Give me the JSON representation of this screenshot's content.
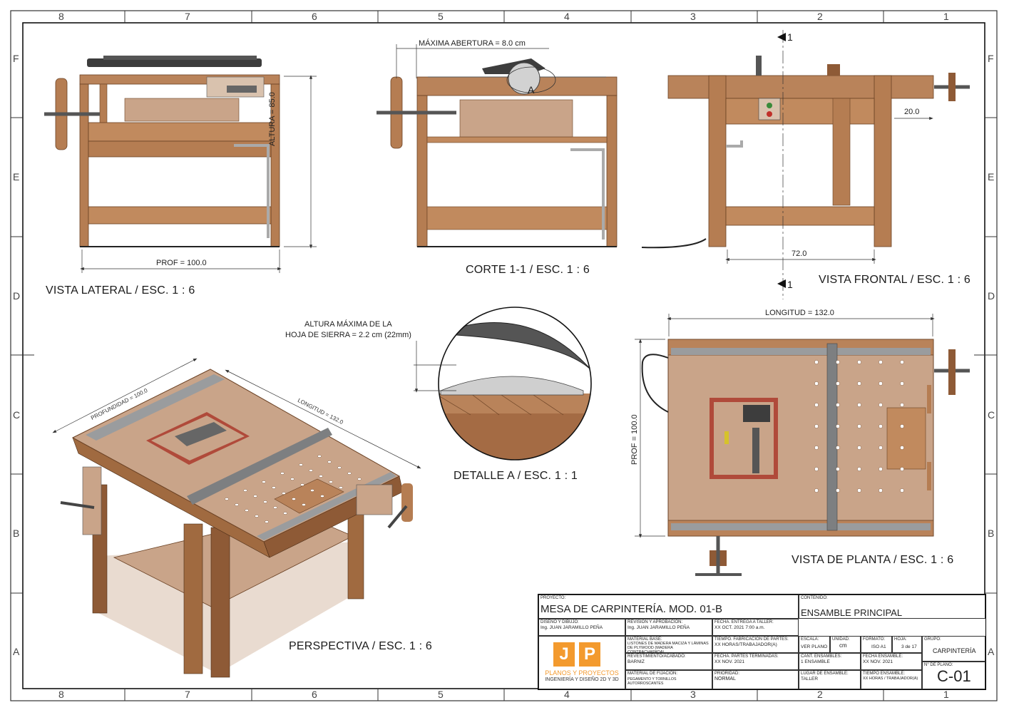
{
  "views": {
    "lateral": "VISTA LATERAL / ESC. 1 : 6",
    "corte": "CORTE 1-1 / ESC. 1 : 6",
    "frontal": "VISTA FRONTAL / ESC.  1 : 6",
    "planta": "VISTA DE PLANTA / ESC. 1 : 6",
    "detalle": "DETALLE A / ESC. 1 : 1",
    "perspectiva": "PERSPECTIVA / ESC. 1 : 6"
  },
  "dims": {
    "prof": "PROF = 100.0",
    "altura": "ALTURA = 85.0",
    "apertura": "MÁXIMA ABERTURA = 8.0 cm",
    "detail_mark": "A",
    "d20": "20.0",
    "d72": "72.0",
    "longitud": "LONGITUD = 132.0",
    "prof_planta": "PROF = 100.0",
    "altura_hoja_1": "ALTURA MÁXIMA DE LA",
    "altura_hoja_2": "HOJA DE SIERRA = 2.2 cm (22mm)",
    "persp_prof": "PROFUNDIDAD = 100.0",
    "persp_long": "LONGITUD = 132.0",
    "section_num": "1"
  },
  "zones": {
    "cols": [
      "8",
      "7",
      "6",
      "5",
      "4",
      "3",
      "2",
      "1"
    ],
    "rows": [
      "F",
      "E",
      "D",
      "C",
      "B",
      "A"
    ]
  },
  "titleblock": {
    "proyecto_lbl": "PROYECTO:",
    "proyecto": "MESA DE CARPINTERÍA. MOD. 01-B",
    "contenido_lbl": "CONTENIDO:",
    "contenido": "ENSAMBLE PRINCIPAL",
    "diseno_lbl": "DISEÑO Y DIBUJO:",
    "diseno": "Ing. JUAN JARAMILLO PEÑA",
    "revision_lbl": "REVISIÓN Y APROBACIÓN:",
    "revision": "Ing. JUAN JARAMILLO PEÑA",
    "fecha_entrega_lbl": "FECHA. ENTREGA A TALLER:",
    "fecha_entrega": "XX OCT. 2021   7:00 a.m.",
    "material_lbl": "MATERIAL BASE:",
    "material_1": "LISTONES DE MADERA MACIZA Y LÁMINAS",
    "material_2": "DE PLYWOOD (MADERA CONTRACHAPADA)",
    "tiempo_lbl": "TIEMPO. FABRICACIÓN DE PARTES:",
    "tiempo": "XX HORAS/TRABAJADOR(A)",
    "escala_lbl": "ESCALA:",
    "escala": "VER PLANO",
    "unidad_lbl": "UNIDAD:",
    "unidad": "cm",
    "formato_lbl": "FORMATO:",
    "formato": "ISO A1",
    "hoja_lbl": "HOJA:",
    "hoja": "3 de 17",
    "grupo_lbl": "GRUPO:",
    "grupo": "CARPINTERÍA",
    "revest_lbl": "REVESTIMIENTO/ACABADO:",
    "revest": "BARNIZ",
    "fpartes_lbl": "FECHA. PARTES TERMINADAS:",
    "fpartes": "XX NOV. 2021",
    "cant_lbl": "CANT. ENSAMBLES:",
    "cant": "1 ENSAMBLE",
    "fens_lbl": "FECHA ENSAMBLE:",
    "fens": "XX NOV. 2021",
    "nplano_lbl": "N° DE PLANO:",
    "nplano": "C-01",
    "fij_lbl": "MATERIAL DE FIJACIÓN:",
    "fij": "PEGAMENTO Y TORNILLOS AUTORROSCANTES",
    "prioridad_lbl": "PRIORIDAD:",
    "prioridad": "NORMAL",
    "lugar_lbl": "LUGAR DE ENSAMBLE:",
    "lugar": "TALLER",
    "tens_lbl": "TIEMPO ENSAMBLE:",
    "tens": "XX HORAS / TRABAJADOR(A)",
    "logo_j": "J",
    "logo_p": "P",
    "logo_line1": "PLANOS Y PROYECTOS",
    "logo_line2": "INGENIERÍA Y DISEÑO 2D Y 3D"
  },
  "colors": {
    "wood": "#b9835a",
    "wood_dark": "#8e5a36",
    "panel": "#c9a489",
    "metal": "#8a8c8e",
    "orange": "#f39a2e"
  }
}
